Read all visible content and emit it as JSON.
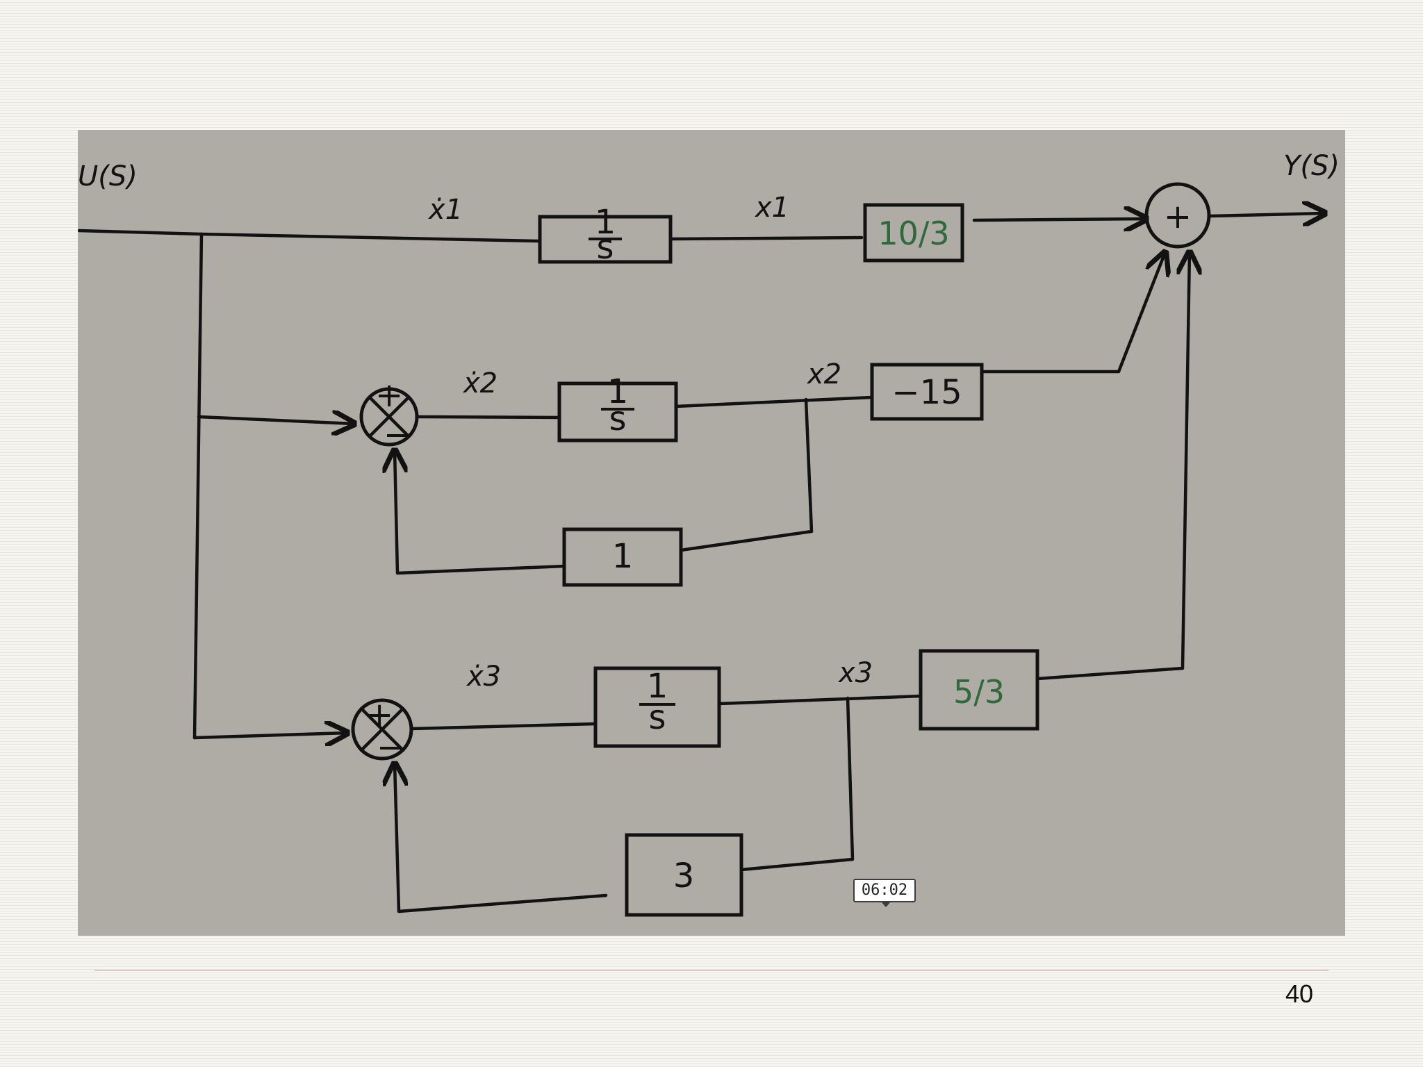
{
  "labels": {
    "input": "U(S)",
    "output": "Y(S)",
    "x1_dot": "ẋ1",
    "x1": "x1",
    "x2_dot": "ẋ2",
    "x2": "x2",
    "x3_dot": "ẋ3",
    "x3": "x3"
  },
  "blocks": {
    "integrator_num": "1",
    "integrator_den": "s",
    "gain_top": "10/3",
    "gain_middle": "−15",
    "feedback_middle": "1",
    "gain_bottom": "5/3",
    "feedback_bottom": "3"
  },
  "summing": {
    "output_sign": "+",
    "plus": "+",
    "minus": "−"
  },
  "overlay": {
    "timestamp": "06:02"
  },
  "page_number": "40",
  "colors": {
    "ink": "#121212",
    "green_ink": "#2e6a3c",
    "board": "#aeaca5"
  }
}
